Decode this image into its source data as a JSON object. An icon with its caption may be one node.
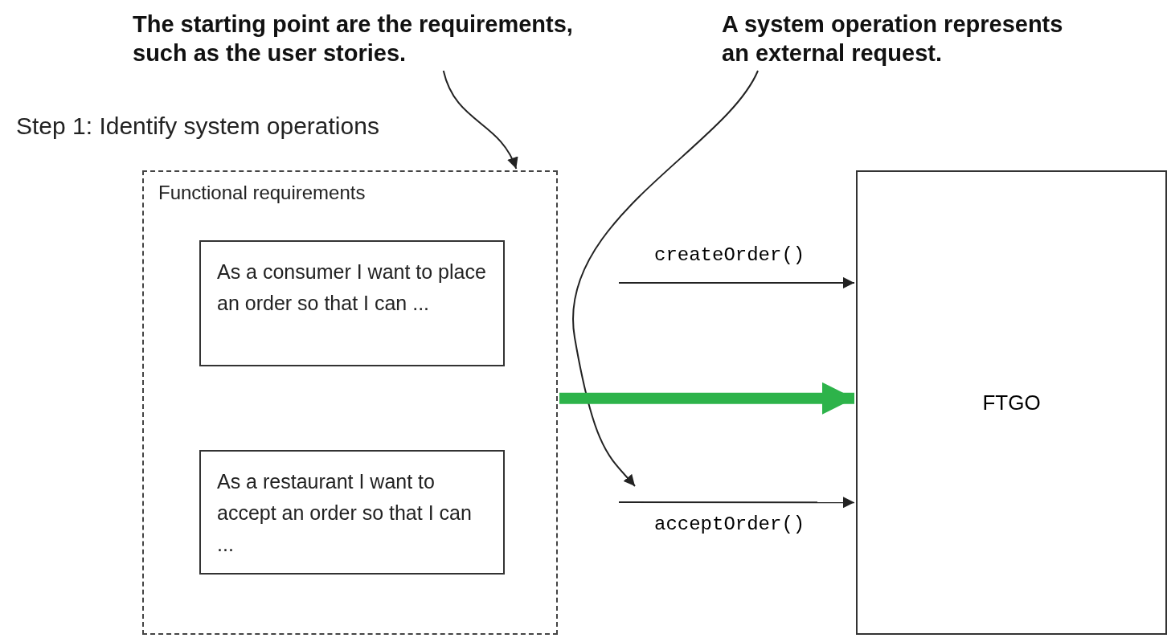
{
  "diagram": {
    "title": "Step 1: Identify system operations",
    "nodes": [
      {
        "text": [
          "The starting point are the requirements, such as the user stories."
        ]
      },
      {
        "text": [
          "A system operation represents an external request."
        ]
      },
      {
        "text": [
          "Functional requirements"
        ]
      },
      {
        "text": [
          "As a consumer I want to place an order so that I can ..."
        ],
        "in": 2
      },
      {
        "text": [
          "As a restaurant I want to accept an order so that I can ..."
        ],
        "in": 2
      },
      {
        "text": [
          "FTGO"
        ]
      }
    ],
    "edges": [
      {
        "from": 0,
        "to": 2,
        "arrow": "to"
      },
      {
        "from": 1,
        "to": null,
        "arrow": "to"
      },
      {
        "from": null,
        "to": 5,
        "arrow": "to",
        "label": "createOrder()"
      },
      {
        "from": null,
        "to": 5,
        "arrow": "to",
        "label": "acceptOrder()"
      },
      {
        "from": 2,
        "to": 5,
        "arrow": "to",
        "style": "thick",
        "color": "#2db34a"
      }
    ]
  }
}
